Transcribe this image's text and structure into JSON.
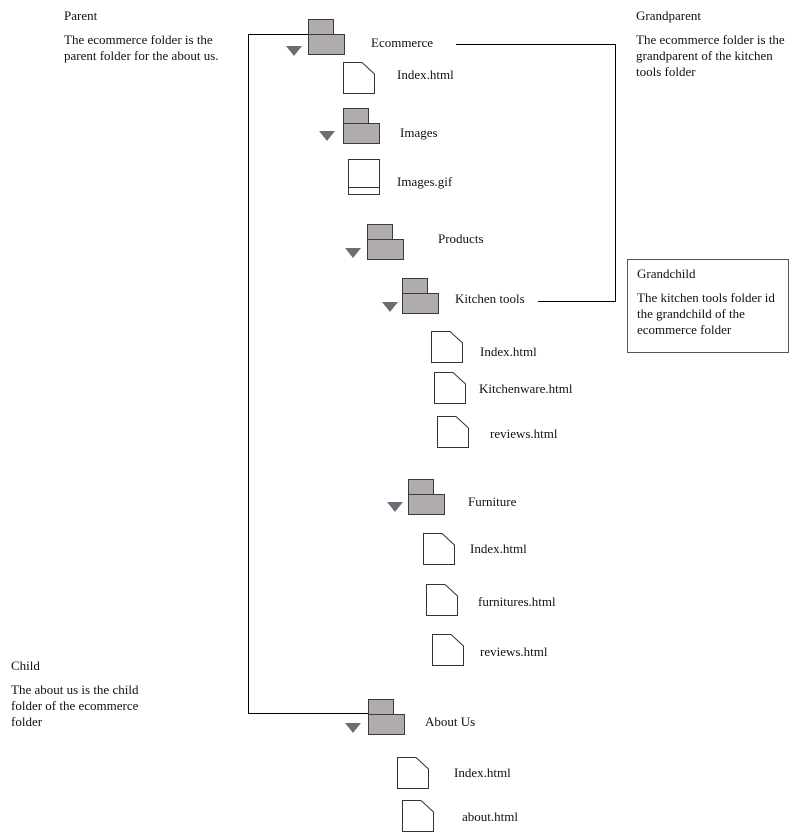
{
  "notes": {
    "parent": {
      "heading": "Parent",
      "text": "The ecommerce folder is the parent folder for the about us."
    },
    "grandparent": {
      "heading": "Grandparent",
      "text": "The ecommerce folder is the grandparent of the kitchen tools folder"
    },
    "grandchild": {
      "heading": "Grandchild",
      "text": "The kitchen tools folder id the grandchild of the ecommerce folder"
    },
    "child": {
      "heading": "Child",
      "text": "The about us is the child folder of the ecommerce folder"
    }
  },
  "tree": {
    "ecommerce": {
      "label": "Ecommerce",
      "icon": "folder-icon",
      "expanded": true
    },
    "ecommerce_index": {
      "label": "Index.html",
      "icon": "file-icon"
    },
    "images": {
      "label": "Images",
      "icon": "folder-icon",
      "expanded": true
    },
    "images_gif": {
      "label": "Images.gif",
      "icon": "image-file-icon"
    },
    "products": {
      "label": "Products",
      "icon": "folder-icon",
      "expanded": true
    },
    "kitchen_tools": {
      "label": "Kitchen tools",
      "icon": "folder-icon",
      "expanded": true
    },
    "kt_index": {
      "label": "Index.html",
      "icon": "file-icon"
    },
    "kt_kitchenware": {
      "label": "Kitchenware.html",
      "icon": "file-icon"
    },
    "kt_reviews": {
      "label": "reviews.html",
      "icon": "file-icon"
    },
    "furniture": {
      "label": "Furniture",
      "icon": "folder-icon",
      "expanded": true
    },
    "fu_index": {
      "label": "Index.html",
      "icon": "file-icon"
    },
    "fu_furnitures": {
      "label": "furnitures.html",
      "icon": "file-icon"
    },
    "fu_reviews": {
      "label": "reviews.html",
      "icon": "file-icon"
    },
    "about_us": {
      "label": "About Us",
      "icon": "folder-icon",
      "expanded": true
    },
    "au_index": {
      "label": "Index.html",
      "icon": "file-icon"
    },
    "au_about": {
      "label": "about.html",
      "icon": "file-icon"
    }
  }
}
